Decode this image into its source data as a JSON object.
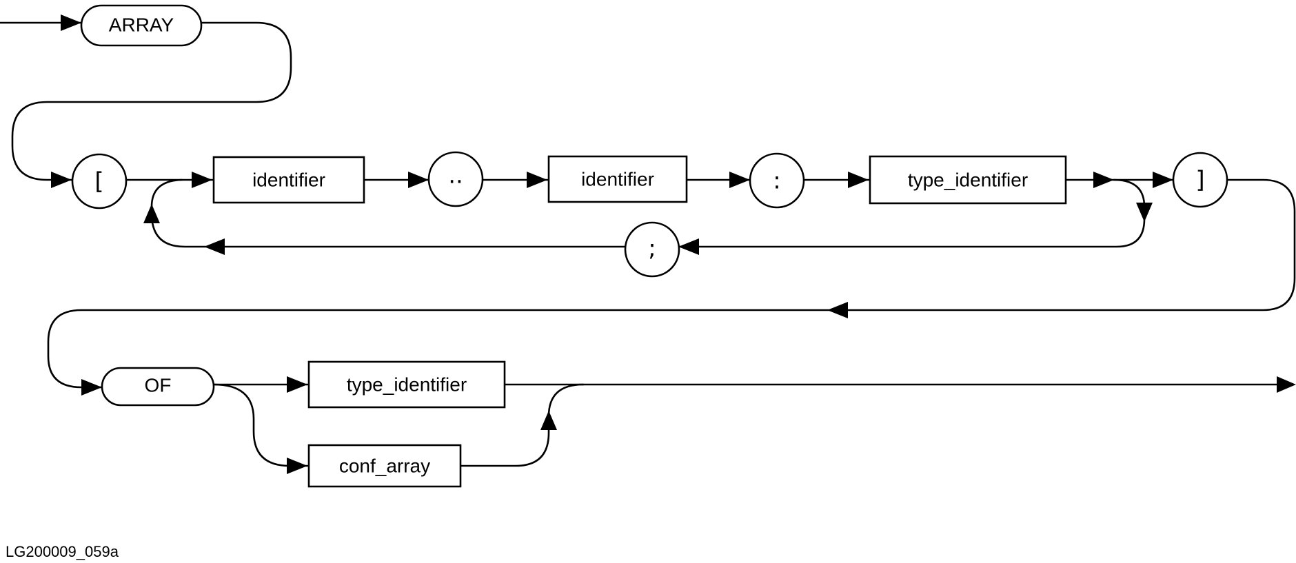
{
  "diagram": {
    "keywords": {
      "array": "ARRAY",
      "of": "OF"
    },
    "symbols": {
      "open_bracket": "[",
      "range_dots": "..",
      "colon": ":",
      "semicolon": ";",
      "close_bracket": "]"
    },
    "nonterminals": {
      "lower_bound_identifier": "identifier",
      "upper_bound_identifier": "identifier",
      "index_type_identifier": "type_identifier",
      "element_type_identifier": "type_identifier",
      "conf_array": "conf_array"
    },
    "figure_id": "LG200009_059a"
  }
}
